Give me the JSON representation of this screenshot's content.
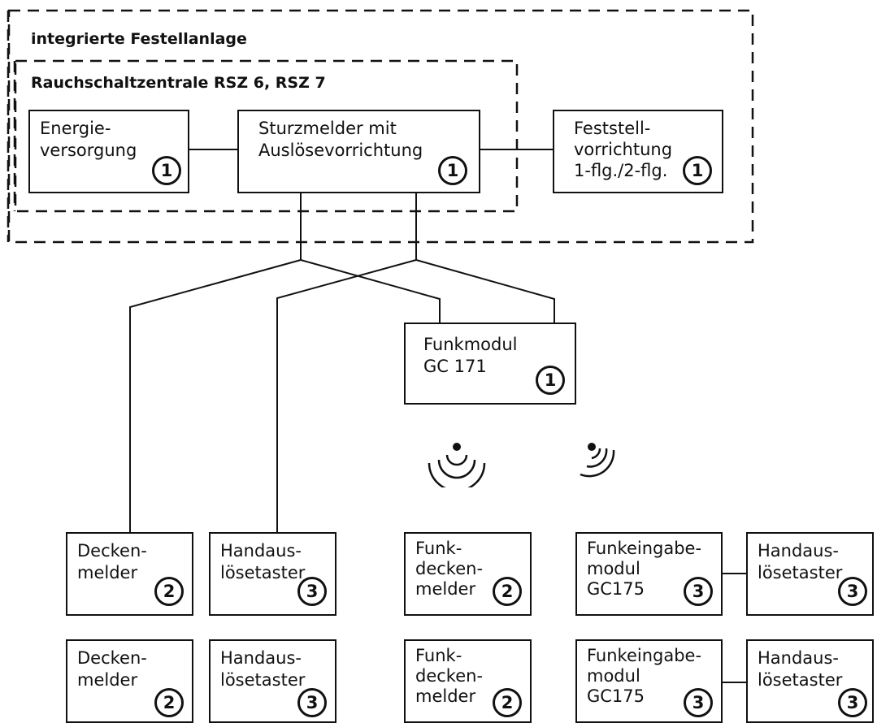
{
  "frames": {
    "outer_title": "integrierte Festellanlage",
    "inner_title": "Rauchschaltzentrale RSZ 6, RSZ 7"
  },
  "blocks": {
    "energy": {
      "label": "Energie-\nversorgung",
      "badge": "1"
    },
    "sturz": {
      "label": "Sturzmelder mit\nAuslösevorrichtung",
      "badge": "1"
    },
    "feststell": {
      "label": "Feststell-\nvorrichtung\n1-flg./2-flg.",
      "badge": "1"
    },
    "funkmodul": {
      "label": "Funkmodul\nGC 171",
      "badge": "1"
    },
    "deckenmelder_1": {
      "label": "Decken-\nmelder",
      "badge": "2"
    },
    "deckenmelder_2": {
      "label": "Decken-\nmelder",
      "badge": "2"
    },
    "handaus_1": {
      "label": "Handaus-\nlösetaster",
      "badge": "3"
    },
    "handaus_2": {
      "label": "Handaus-\nlösetaster",
      "badge": "3"
    },
    "funkdecken_1": {
      "label": "Funk-\ndecken-\nmelder",
      "badge": "2"
    },
    "funkdecken_2": {
      "label": "Funk-\ndecken-\nmelder",
      "badge": "2"
    },
    "funkeingabe_1": {
      "label": "Funkeingabe-\nmodul\nGC175",
      "badge": "3"
    },
    "funkeingabe_2": {
      "label": "Funkeingabe-\nmodul\nGC175",
      "badge": "3"
    },
    "handaus_r1": {
      "label": "Handaus-\nlösetaster",
      "badge": "3"
    },
    "handaus_r2": {
      "label": "Handaus-\nlösetaster",
      "badge": "3"
    }
  },
  "signals": [
    {
      "name": "radio-signal-left-icon"
    },
    {
      "name": "radio-signal-right-icon"
    }
  ]
}
